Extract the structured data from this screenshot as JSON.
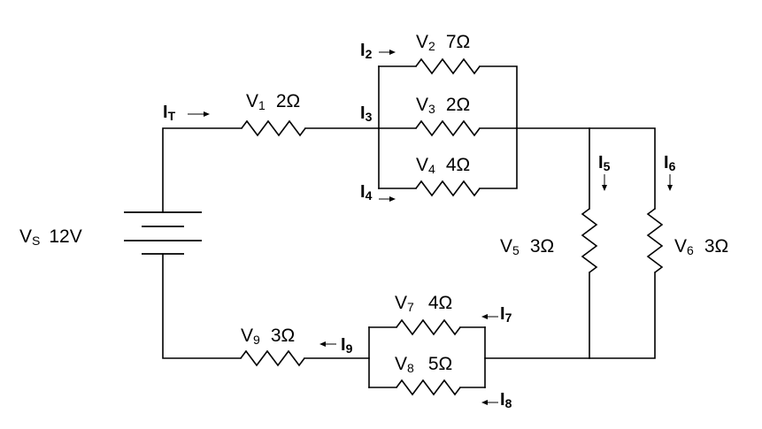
{
  "source": {
    "name": "V",
    "sub": "S",
    "value": "12V"
  },
  "resistors": [
    {
      "id": "r1",
      "name": "V",
      "sub": "1",
      "value": "2Ω"
    },
    {
      "id": "r2",
      "name": "V",
      "sub": "2",
      "value": "7Ω"
    },
    {
      "id": "r3",
      "name": "V",
      "sub": "3",
      "value": "2Ω"
    },
    {
      "id": "r4",
      "name": "V",
      "sub": "4",
      "value": "4Ω"
    },
    {
      "id": "r5",
      "name": "V",
      "sub": "5",
      "value": "3Ω"
    },
    {
      "id": "r6",
      "name": "V",
      "sub": "6",
      "value": "3Ω"
    },
    {
      "id": "r7",
      "name": "V",
      "sub": "7",
      "value": "4Ω"
    },
    {
      "id": "r8",
      "name": "V",
      "sub": "8",
      "value": "5Ω"
    },
    {
      "id": "r9",
      "name": "V",
      "sub": "9",
      "value": "3Ω"
    }
  ],
  "currents": [
    {
      "id": "it",
      "name": "I",
      "sub": "T",
      "direction": "right"
    },
    {
      "id": "i2",
      "name": "I",
      "sub": "2",
      "direction": "right"
    },
    {
      "id": "i3",
      "name": "I",
      "sub": "3",
      "direction": "none"
    },
    {
      "id": "i4",
      "name": "I",
      "sub": "4",
      "direction": "right"
    },
    {
      "id": "i5",
      "name": "I",
      "sub": "5",
      "direction": "down"
    },
    {
      "id": "i6",
      "name": "I",
      "sub": "6",
      "direction": "down"
    },
    {
      "id": "i7",
      "name": "I",
      "sub": "7",
      "direction": "left"
    },
    {
      "id": "i8",
      "name": "I",
      "sub": "8",
      "direction": "left"
    },
    {
      "id": "i9",
      "name": "I",
      "sub": "9",
      "direction": "left"
    }
  ]
}
